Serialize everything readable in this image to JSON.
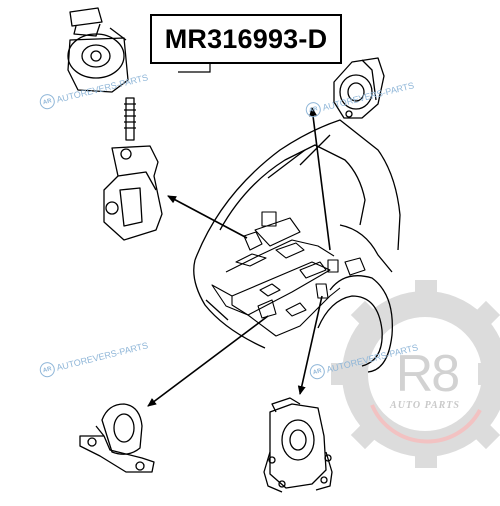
{
  "part_number": "MR316993-D",
  "watermark_text": "AUTOREVERS-PARTS",
  "watermark_logo": "AR",
  "brand_logo": {
    "name": "R8",
    "tagline": "AUTO PARTS",
    "icon": "gear-icon"
  },
  "colors": {
    "line": "#000000",
    "watermark": "#8fb6d8",
    "gear": "#d9d9d9",
    "gear_accent": "#f3c4c4"
  }
}
